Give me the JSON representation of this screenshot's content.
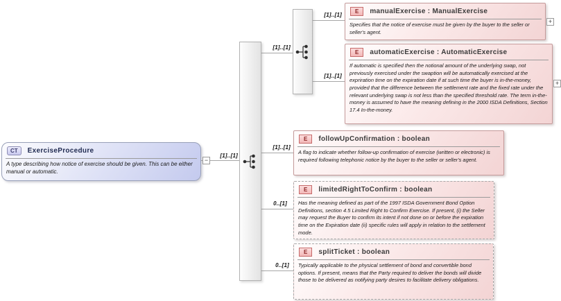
{
  "colors": {
    "element_border": "#c49a9a",
    "element_background": "#f6dcdc",
    "type_background": "#c4caee",
    "connector": "#a6a6a6"
  },
  "root_type": {
    "badge": "CT",
    "name": "ExerciseProcedure",
    "description": "A type describing how notice of exercise should be given. This can be either manual or automatic.",
    "collapse_button": "−"
  },
  "compositors": {
    "outer_cardinality": "[1]..[1]",
    "inner_cardinality": "[1]..[1]"
  },
  "elements": [
    {
      "badge": "E",
      "name": "manualExercise : ManualExercise",
      "description": "Specifies that the notice of exercise must be given by the buyer to the seller or seller's agent.",
      "cardinality": "[1]..[1]",
      "expand_button": "+"
    },
    {
      "badge": "E",
      "name": "automaticExercise : AutomaticExercise",
      "description": "If automatic is specified then the notional amount of the underlying swap, not previously exercised under the swaption will be automatically exercised at the expriration time on the expiration date if at such time the buyer is in-the-money, provided that the difference between the settlement rate and the fixed rate under the relevant underlying swap is not less than the specified threshold rate. The term in-the-money is assumed to have the meaning defining in the 2000 ISDA Definitions, Section 17.4 In-the-money.",
      "cardinality": "[1]..[1]",
      "expand_button": "+"
    },
    {
      "badge": "E",
      "name": "followUpConfirmation : boolean",
      "description": "A flag to indicate whether follow-up confirmation of exercise (written or electronic) is required following telephonic notice by the buyer to the seller or seller's agent.",
      "cardinality": "[1]..[1]"
    },
    {
      "badge": "E",
      "name": "limitedRightToConfirm : boolean",
      "description": "Has the meaning defined as part of the 1997 ISDA Government Bond Option Definitions, section 4.5 Limited Right to Confirm Exercise. If present, (i) the Seller may request the Buyer to confirm its intent if not done on or before the expiration time on the Expiration date (ii) specific rules will apply in relation to the settlement mode.",
      "cardinality": "0..[1]"
    },
    {
      "badge": "E",
      "name": "splitTicket : boolean",
      "description": "Typically applicable to the physical settlement of bond and convertible bond options. If present, means that the Party required to deliver the bonds will divide those to be delivered as notifying party desires to facilitate delivery obligations.",
      "cardinality": "0..[1]"
    }
  ]
}
